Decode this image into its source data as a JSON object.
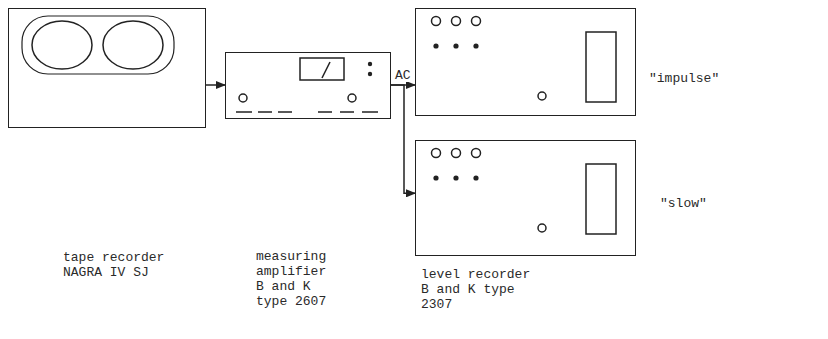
{
  "diagram": {
    "nodes": [
      {
        "text": [
          "tape recorder NAGRA IV SJ"
        ]
      },
      {
        "text": [
          "measuring amplifier B and K type 2607"
        ]
      },
      {
        "text": [
          "\"impulse\""
        ]
      },
      {
        "text": [
          "\"slow\"",
          "level recorder B and K type 2307"
        ]
      }
    ],
    "edges": [
      {
        "from": 0,
        "to": 1,
        "arrow": "to"
      },
      {
        "from": 1,
        "to": 2,
        "arrow": "to",
        "label": "AC"
      },
      {
        "from": 1,
        "to": 3,
        "arrow": "to"
      }
    ]
  }
}
